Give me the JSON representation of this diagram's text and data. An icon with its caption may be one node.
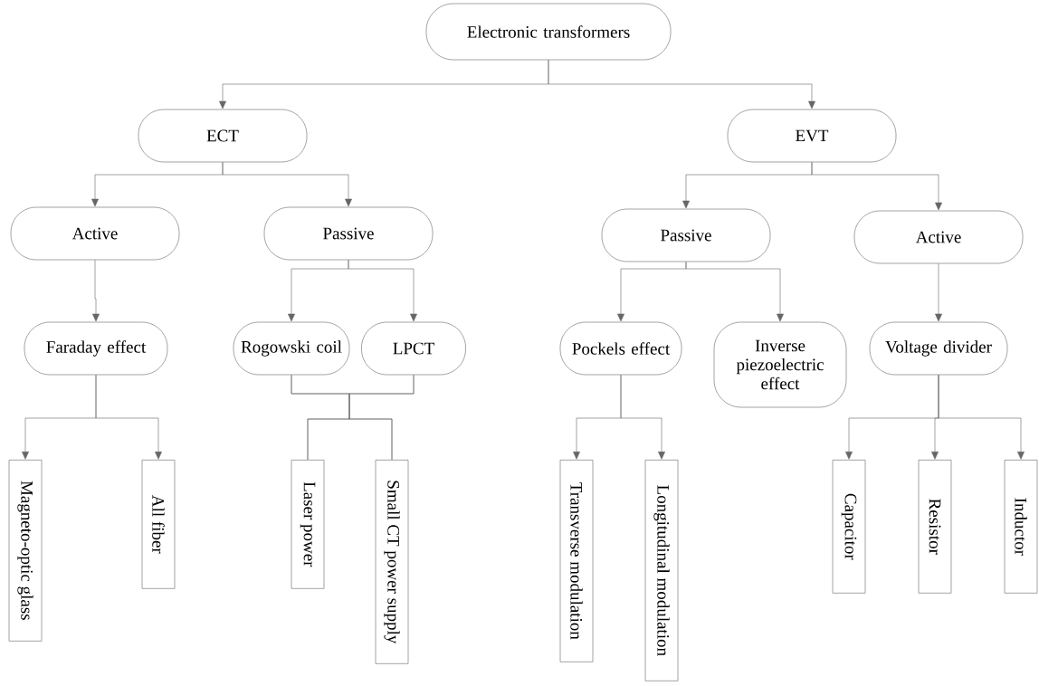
{
  "diagram": {
    "nodes": [
      {
        "text": [
          "Electronic transformers"
        ]
      },
      {
        "text": [
          "ECT"
        ]
      },
      {
        "text": [
          "EVT"
        ]
      },
      {
        "text": [
          "Active"
        ]
      },
      {
        "text": [
          "Passive"
        ]
      },
      {
        "text": [
          "Passive"
        ]
      },
      {
        "text": [
          "Active"
        ]
      },
      {
        "text": [
          "Faraday effect"
        ]
      },
      {
        "text": [
          "Rogowski coil"
        ]
      },
      {
        "text": [
          "LPCT"
        ]
      },
      {
        "text": [
          "Pockels effect"
        ]
      },
      {
        "text": [
          "Inverse piezoelectric effect"
        ]
      },
      {
        "text": [
          "Voltage divider"
        ]
      },
      {
        "text": [
          "Magneto-optic glass"
        ]
      },
      {
        "text": [
          "All fiber"
        ]
      },
      {
        "text": [
          "Laser power"
        ]
      },
      {
        "text": [
          "Small CT power supply"
        ]
      },
      {
        "text": [
          "Transverse modulation"
        ]
      },
      {
        "text": [
          "Longitudinal modulation"
        ]
      },
      {
        "text": [
          "Capacitor"
        ]
      },
      {
        "text": [
          "Resistor"
        ]
      },
      {
        "text": [
          "Inductor"
        ]
      }
    ],
    "edges": [
      {
        "from": 0,
        "to": 1,
        "arrow": "to"
      },
      {
        "from": 0,
        "to": 2,
        "arrow": "to"
      },
      {
        "from": 1,
        "to": 3,
        "arrow": "to"
      },
      {
        "from": 1,
        "to": 4,
        "arrow": "to"
      },
      {
        "from": 2,
        "to": 5,
        "arrow": "to"
      },
      {
        "from": 2,
        "to": 6,
        "arrow": "to"
      },
      {
        "from": 3,
        "to": 7,
        "arrow": "to"
      },
      {
        "from": 4,
        "to": 8,
        "arrow": "to"
      },
      {
        "from": 4,
        "to": 9,
        "arrow": "to"
      },
      {
        "from": 5,
        "to": 10,
        "arrow": "to"
      },
      {
        "from": 5,
        "to": 11,
        "arrow": "to"
      },
      {
        "from": 6,
        "to": 12,
        "arrow": "to"
      },
      {
        "from": 7,
        "to": 13,
        "arrow": "to"
      },
      {
        "from": 7,
        "to": 14,
        "arrow": "to"
      },
      {
        "from": 8,
        "to": 15,
        "arrow": "none"
      },
      {
        "from": 8,
        "to": 16,
        "arrow": "none"
      },
      {
        "from": 9,
        "to": 15,
        "arrow": "none"
      },
      {
        "from": 9,
        "to": 16,
        "arrow": "none"
      },
      {
        "from": 10,
        "to": 17,
        "arrow": "to"
      },
      {
        "from": 10,
        "to": 18,
        "arrow": "to"
      },
      {
        "from": 12,
        "to": 19,
        "arrow": "to"
      },
      {
        "from": 12,
        "to": 20,
        "arrow": "to"
      },
      {
        "from": 12,
        "to": 21,
        "arrow": "to"
      }
    ]
  }
}
